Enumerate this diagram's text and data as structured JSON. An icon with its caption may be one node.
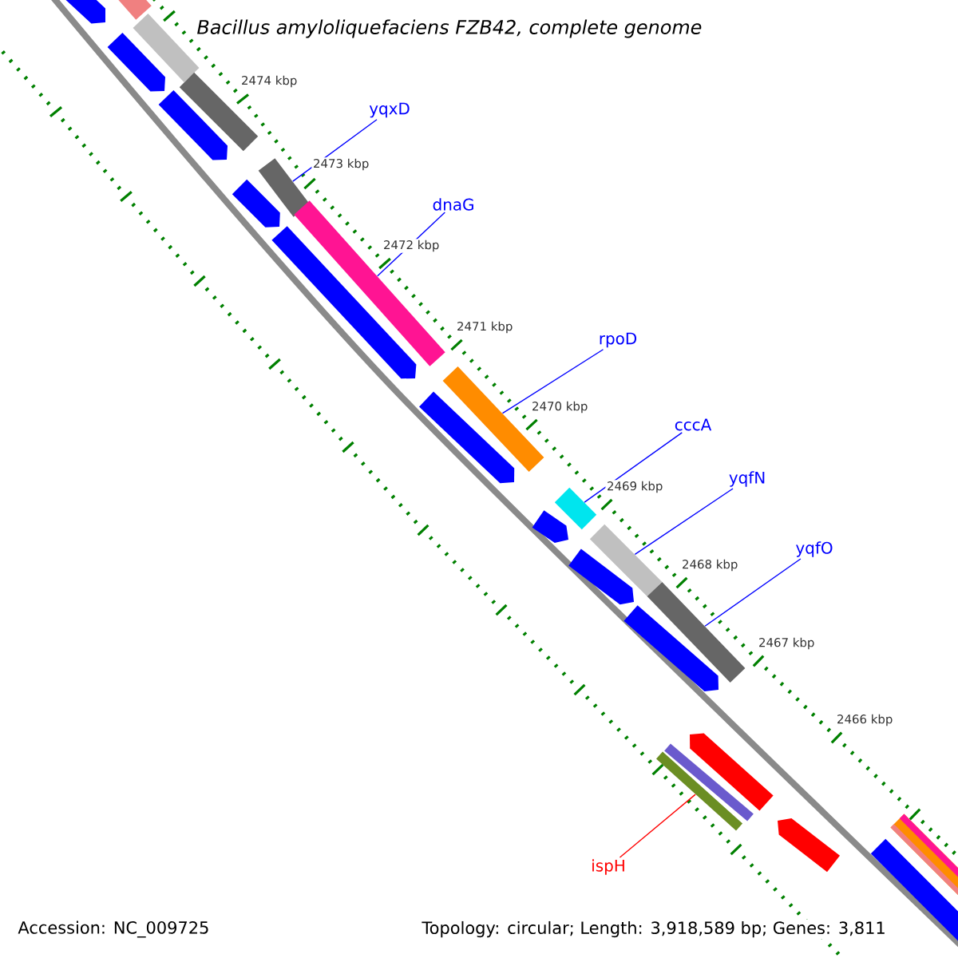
{
  "diagram": {
    "title": "Bacillus amyloliquefaciens FZB42, complete genome",
    "nodes": [
      {
        "text": [
          "yqxD"
        ]
      },
      {
        "text": [
          "dnaG"
        ]
      },
      {
        "text": [
          "rpoD"
        ]
      },
      {
        "text": [
          "cccA"
        ]
      },
      {
        "text": [
          "yqfN"
        ]
      },
      {
        "text": [
          "yqfO"
        ]
      },
      {
        "text": [
          "ispH"
        ]
      },
      {
        "text": [],
        "shape": "bar"
      },
      {
        "text": [],
        "shape": "bar"
      },
      {
        "text": [],
        "shape": "bar"
      },
      {
        "text": [],
        "shape": "bar"
      },
      {
        "text": [],
        "shape": "bar"
      },
      {
        "text": [],
        "shape": "bar"
      },
      {
        "text": [],
        "shape": "bar"
      },
      {
        "text": [],
        "shape": "bar"
      },
      {
        "text": [],
        "shape": "bar"
      },
      {
        "text": [],
        "shape": "bar"
      },
      {
        "text": [],
        "shape": "arrow"
      },
      {
        "text": [],
        "shape": "arrow"
      },
      {
        "text": [],
        "shape": "arrow"
      },
      {
        "text": [],
        "shape": "arrow"
      },
      {
        "text": [],
        "shape": "arrow"
      },
      {
        "text": [],
        "shape": "arrow"
      },
      {
        "text": [],
        "shape": "arrow"
      },
      {
        "text": [],
        "shape": "arrow"
      },
      {
        "text": [],
        "shape": "arrow"
      },
      {
        "text": [],
        "shape": "arrow"
      },
      {
        "text": [],
        "shape": "arrow"
      },
      {
        "text": [],
        "shape": "arrow"
      },
      {
        "text": [],
        "shape": "bar"
      },
      {
        "text": [],
        "shape": "bar"
      }
    ],
    "edges": [
      {
        "from": 0,
        "to": 7,
        "arrow": "none"
      },
      {
        "from": 1,
        "to": 8,
        "arrow": "none"
      },
      {
        "from": 2,
        "to": 9,
        "arrow": "none"
      },
      {
        "from": 3,
        "to": 10,
        "arrow": "none"
      },
      {
        "from": 4,
        "to": 11,
        "arrow": "none"
      },
      {
        "from": 5,
        "to": 12,
        "arrow": "none"
      },
      {
        "from": 6,
        "to": 13,
        "arrow": "none",
        "color": "#ff0000"
      }
    ],
    "labels": [
      "2474 kbp",
      "2473 kbp",
      "2472 kbp",
      "2471 kbp",
      "2470 kbp",
      "2469 kbp",
      "2468 kbp",
      "2467 kbp",
      "2466 kbp",
      "Accession: NC_009725",
      "Topology: circular; Length: 3,918,589 bp; Genes: 3,811"
    ]
  }
}
